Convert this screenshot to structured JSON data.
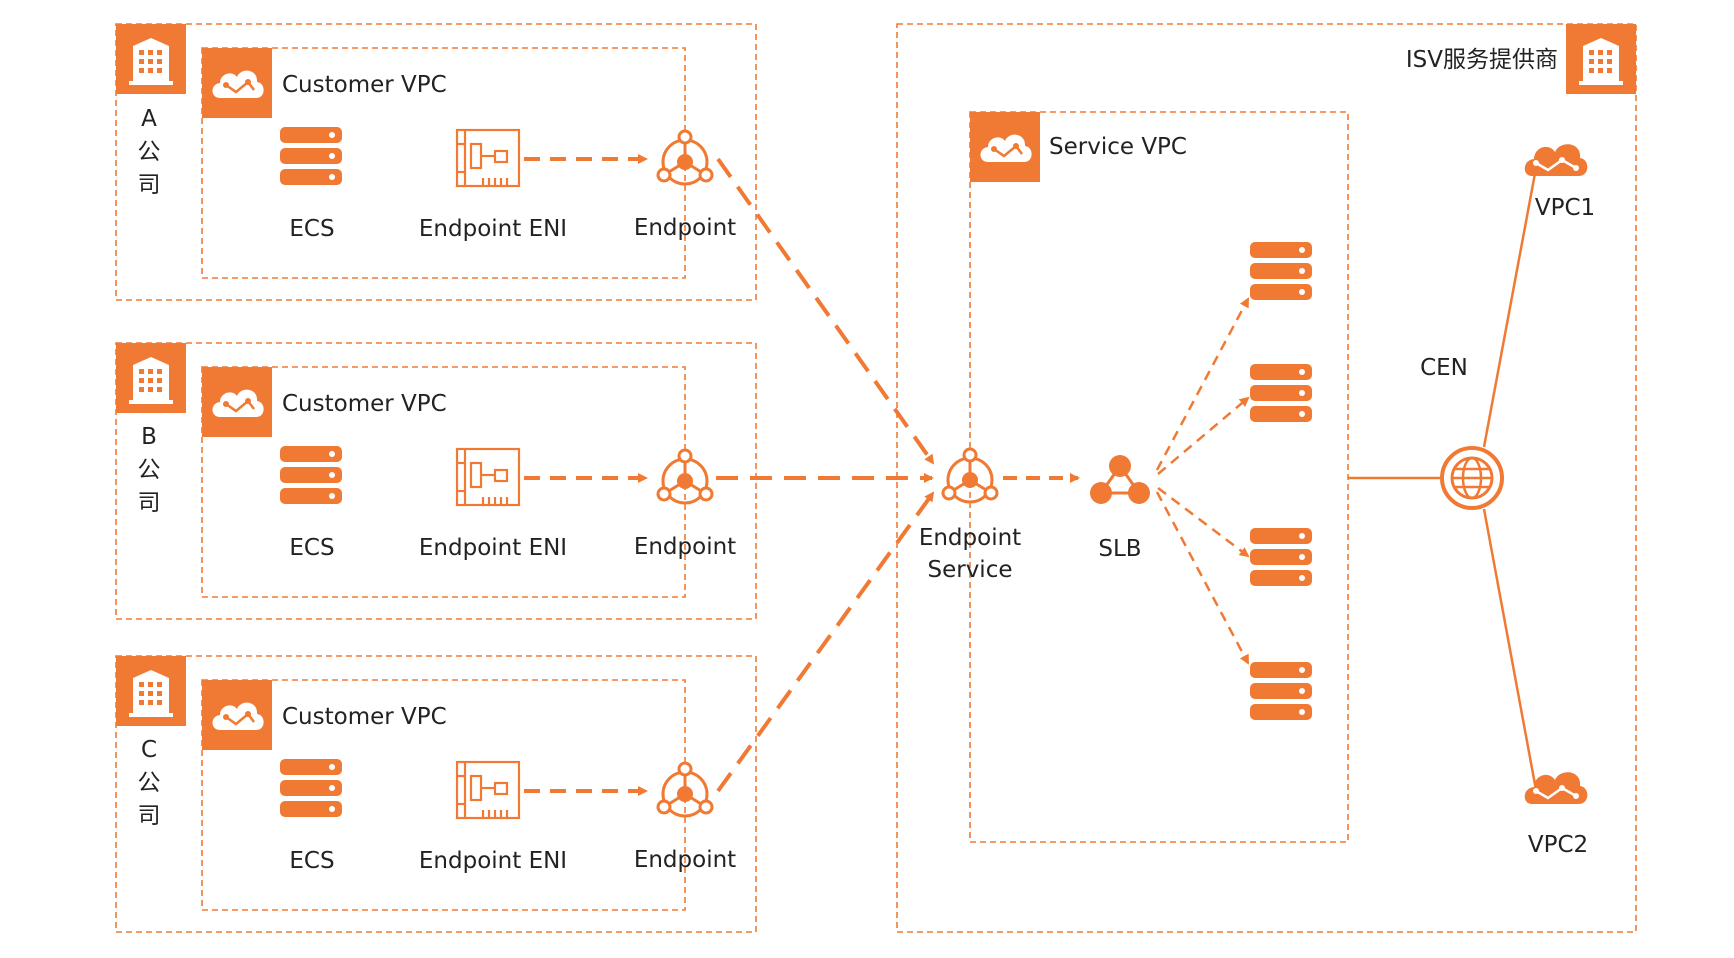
{
  "colors": {
    "accent": "#f07a33",
    "text": "#222222",
    "background": "#ffffff"
  },
  "companies": [
    {
      "id": "a",
      "letter": "A",
      "char1": "公",
      "char2": "司",
      "vpc_label": "Customer VPC",
      "ecs_label": "ECS",
      "eni_label": "Endpoint ENI",
      "endpoint_label": "Endpoint"
    },
    {
      "id": "b",
      "letter": "B",
      "char1": "公",
      "char2": "司",
      "vpc_label": "Customer VPC",
      "ecs_label": "ECS",
      "eni_label": "Endpoint ENI",
      "endpoint_label": "Endpoint"
    },
    {
      "id": "c",
      "letter": "C",
      "char1": "公",
      "char2": "司",
      "vpc_label": "Customer VPC",
      "ecs_label": "ECS",
      "eni_label": "Endpoint ENI",
      "endpoint_label": "Endpoint"
    }
  ],
  "isv": {
    "title": "ISV服务提供商",
    "service_vpc": "Service VPC",
    "endpoint_service_line1": "Endpoint",
    "endpoint_service_line2": "Service",
    "slb": "SLB",
    "cen": "CEN",
    "vpc1": "VPC1",
    "vpc2": "VPC2"
  },
  "icons": {
    "building": "building-icon",
    "cloud": "cloud-vpc-icon",
    "server": "server-icon",
    "eni": "network-card-icon",
    "endpoint": "endpoint-icon",
    "slb": "load-balancer-icon",
    "cen": "globe-icon"
  }
}
